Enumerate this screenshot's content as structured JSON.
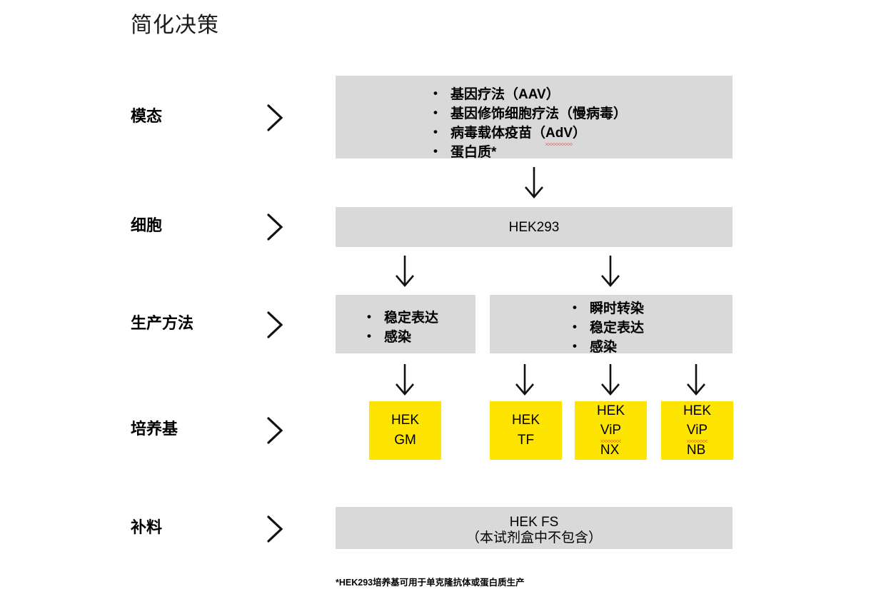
{
  "slide": {
    "title": "简化决策",
    "footnote": "*HEK293培养基可用于单克隆抗体或蛋白质生产",
    "colors": {
      "gray_box": "#d9d9d9",
      "yellow_box": "#fde401",
      "text": "#000000",
      "spellcheck_underline": "#e8312f"
    }
  },
  "rows": [
    {
      "label": "模态",
      "chevron_icon": "chevron-right-icon"
    },
    {
      "label": "细胞",
      "chevron_icon": "chevron-right-icon"
    },
    {
      "label": "生产方法",
      "chevron_icon": "chevron-right-icon"
    },
    {
      "label": "培养基",
      "chevron_icon": "chevron-right-icon"
    },
    {
      "label": "补料",
      "chevron_icon": "chevron-right-icon"
    }
  ],
  "modality": {
    "items": [
      "基因疗法（AAV）",
      "基因修饰细胞疗法（慢病毒）",
      "病毒载体疫苗（AdV）",
      "蛋白质*"
    ],
    "misspelled_term": "AdV"
  },
  "cell": {
    "name": "HEK293"
  },
  "production_methods": {
    "left": {
      "items": [
        "稳定表达",
        "感染"
      ]
    },
    "right": {
      "items": [
        "瞬时转染",
        "稳定表达",
        "感染"
      ]
    }
  },
  "media": [
    {
      "line1": "HEK",
      "line2": "GM",
      "misspelled": false
    },
    {
      "line1": "HEK",
      "line2": "TF",
      "misspelled": false
    },
    {
      "line1": "HEK",
      "line2": "ViP NX",
      "misspelled": true,
      "misspelled_term": "ViP"
    },
    {
      "line1": "HEK",
      "line2": "ViP NB",
      "misspelled": true,
      "misspelled_term": "ViP"
    }
  ],
  "feed": {
    "line1": "HEK FS",
    "line2": "（本试剂盒中不包含）"
  },
  "arrows": {
    "icon": "arrow-down-icon",
    "count": 7
  }
}
